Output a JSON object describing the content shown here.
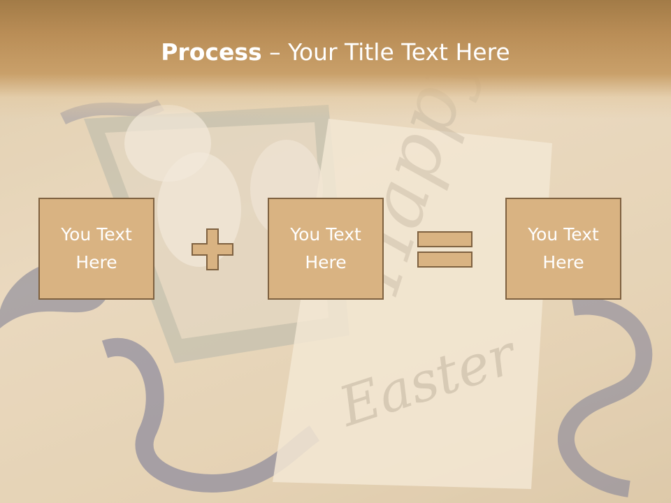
{
  "slide": {
    "title_bold": "Process",
    "title_rest": " – Your Title Text Here",
    "boxes": [
      {
        "label": "You Text Here"
      },
      {
        "label": "You Text Here"
      },
      {
        "label": "You Text Here"
      }
    ],
    "operators": [
      "plus-icon",
      "equals-icon"
    ],
    "card_script": "Happy Easter",
    "colors": {
      "title_band": "#b98d56",
      "box_fill": "#d9b382",
      "box_border": "#7e6140",
      "operator_fill": "#d9b382",
      "text": "#ffffff",
      "ribbon": "#2d3d7c"
    }
  }
}
